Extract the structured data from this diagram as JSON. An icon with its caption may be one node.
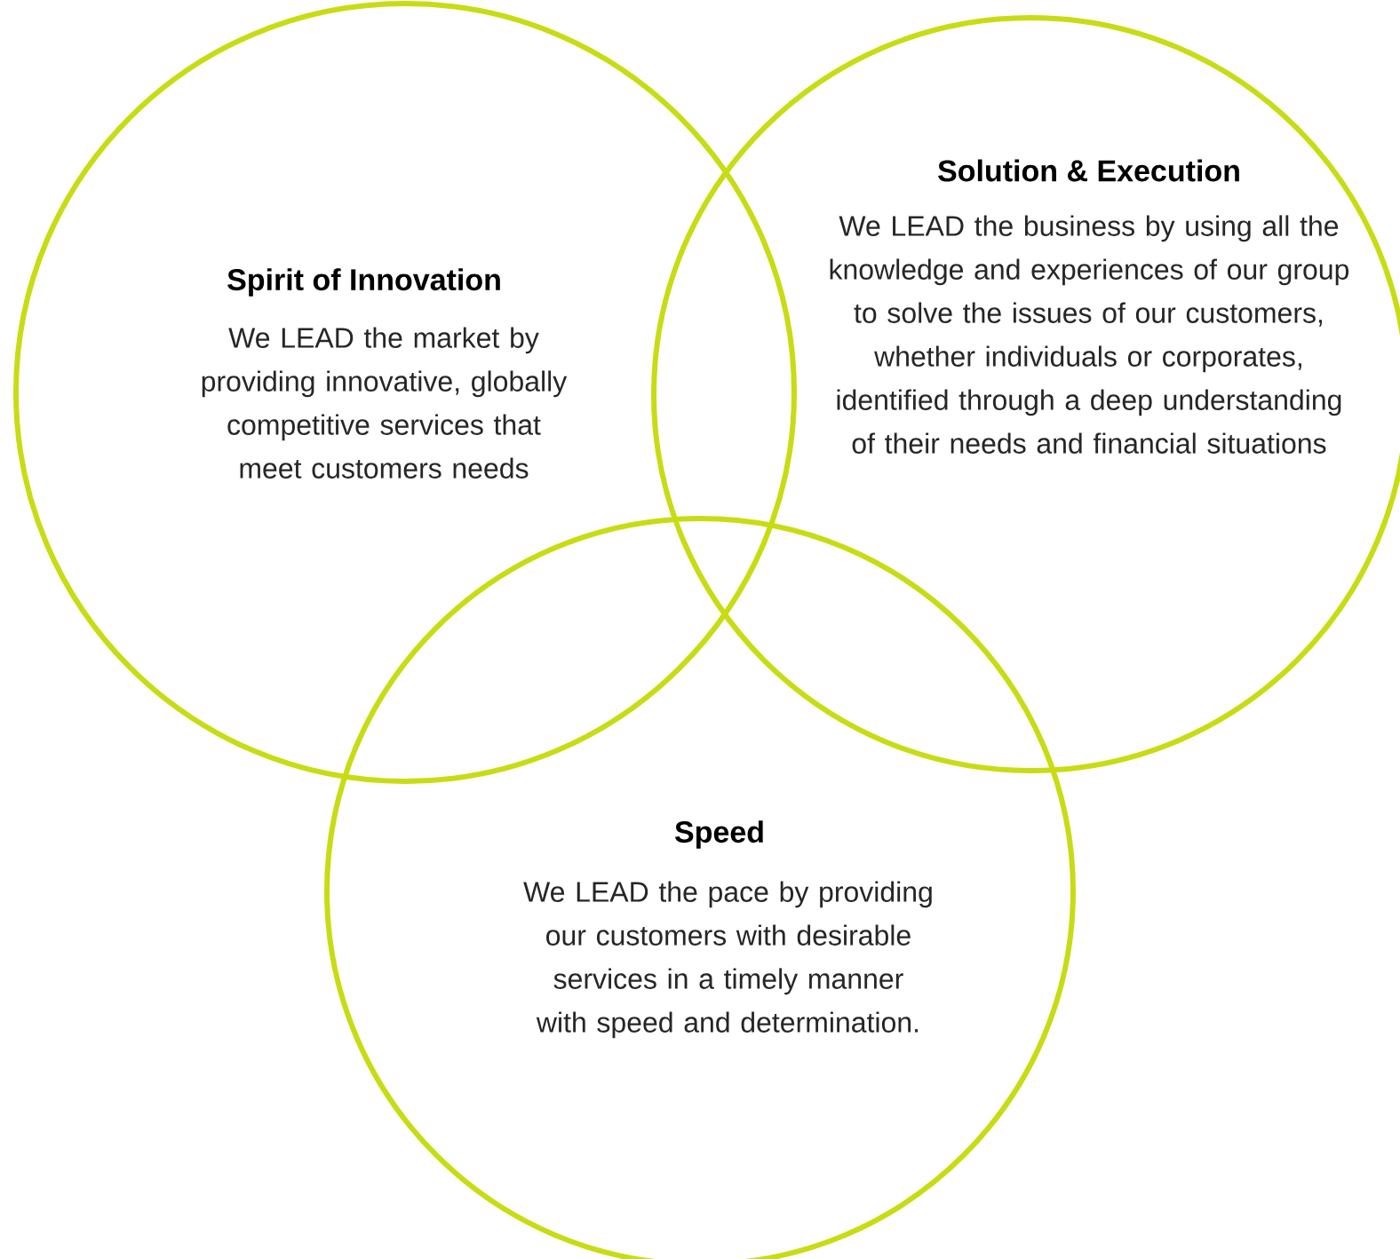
{
  "diagram": {
    "nodes": [
      {
        "text": [
          "Spirit of Innovation",
          "We LEAD the market by providing innovative, globally competitive services that meet customers needs"
        ]
      },
      {
        "text": [
          "Solution & Execution",
          "We LEAD the business by using all the knowledge and experiences of our group to solve the issues of our customers, whether individuals or corporates, identified through a deep understanding of their needs and financial situations"
        ]
      },
      {
        "text": [
          "Speed",
          "We LEAD the pace by providing our customers with desirable services in a timely manner with speed and determination."
        ]
      }
    ]
  }
}
